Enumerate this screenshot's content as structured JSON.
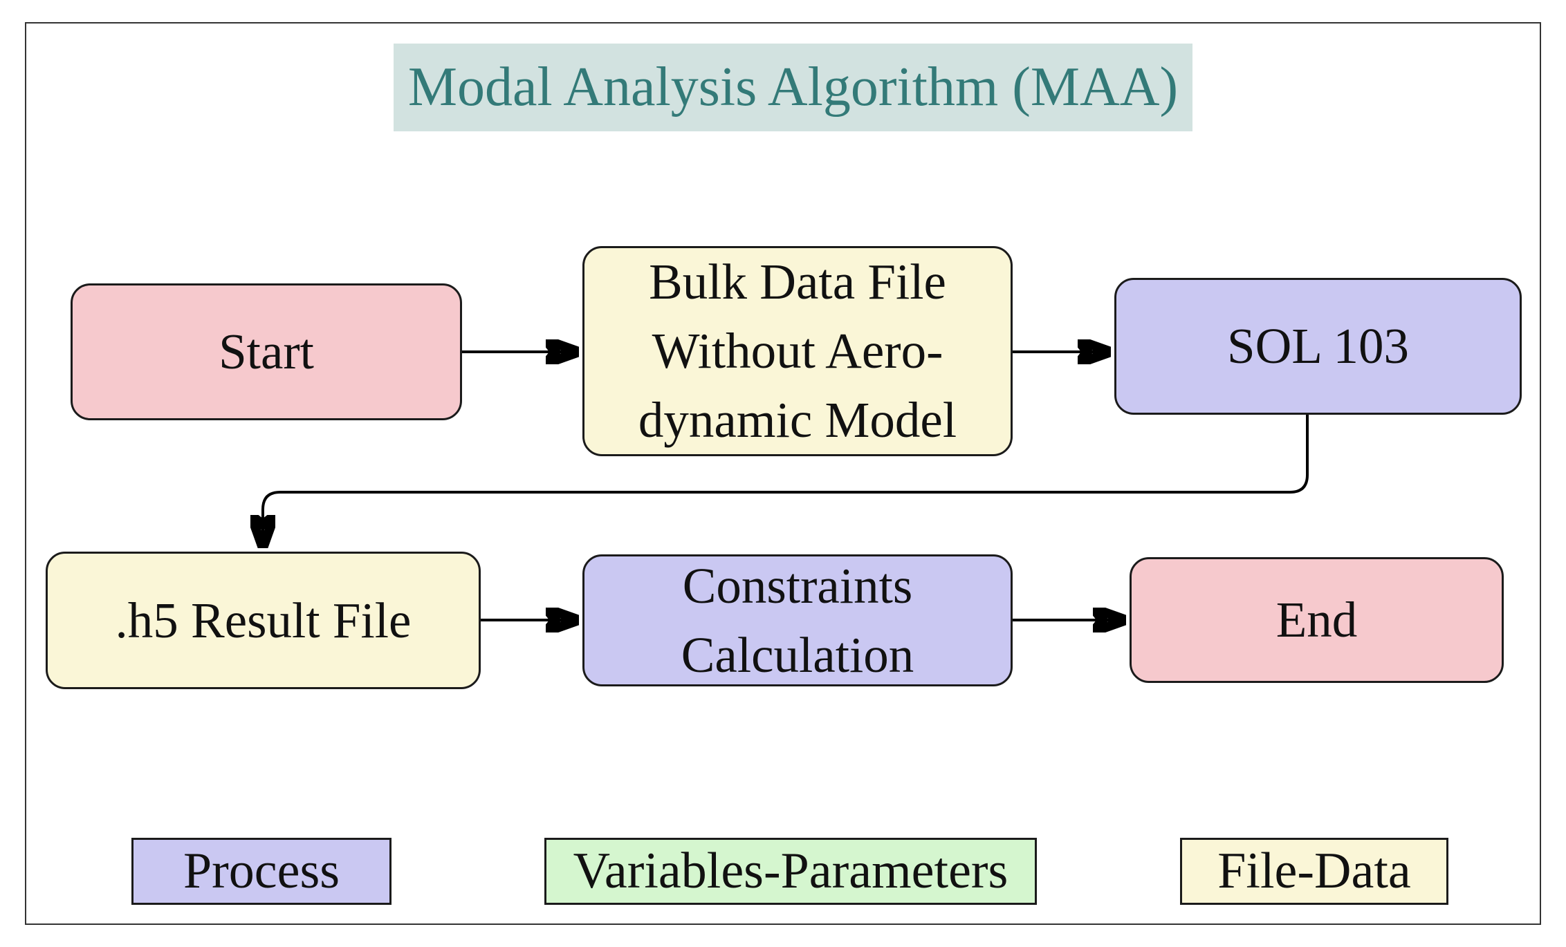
{
  "diagram": {
    "title": "Modal Analysis Algorithm (MAA)",
    "nodes": {
      "start": {
        "label": "Start",
        "fill": "pink"
      },
      "bulk": {
        "lines": [
          "Bulk Data File",
          "Without Aero-",
          "dynamic Model"
        ],
        "fill": "yellow"
      },
      "sol103": {
        "label": "SOL 103",
        "fill": "purple"
      },
      "h5": {
        "label": ".h5 Result File",
        "fill": "yellow"
      },
      "constraints": {
        "lines": [
          "Constraints",
          "Calculation"
        ],
        "fill": "purple"
      },
      "end": {
        "label": "End",
        "fill": "pink"
      }
    },
    "edges": [
      {
        "from": "start",
        "to": "bulk"
      },
      {
        "from": "bulk",
        "to": "sol103"
      },
      {
        "from": "sol103",
        "to": "h5"
      },
      {
        "from": "h5",
        "to": "constraints"
      },
      {
        "from": "constraints",
        "to": "end"
      }
    ],
    "legend": [
      {
        "label": "Process",
        "fill": "purple"
      },
      {
        "label": "Variables-Parameters",
        "fill": "green"
      },
      {
        "label": "File-Data",
        "fill": "yellow"
      }
    ],
    "colors": {
      "pink": "#f6c9cd",
      "yellow": "#faf6d7",
      "purple": "#cac8f2",
      "green": "#d5f6cf",
      "title_bg": "#d2e2e0",
      "title_text": "#337a78",
      "stroke": "#1b1b1b"
    }
  }
}
